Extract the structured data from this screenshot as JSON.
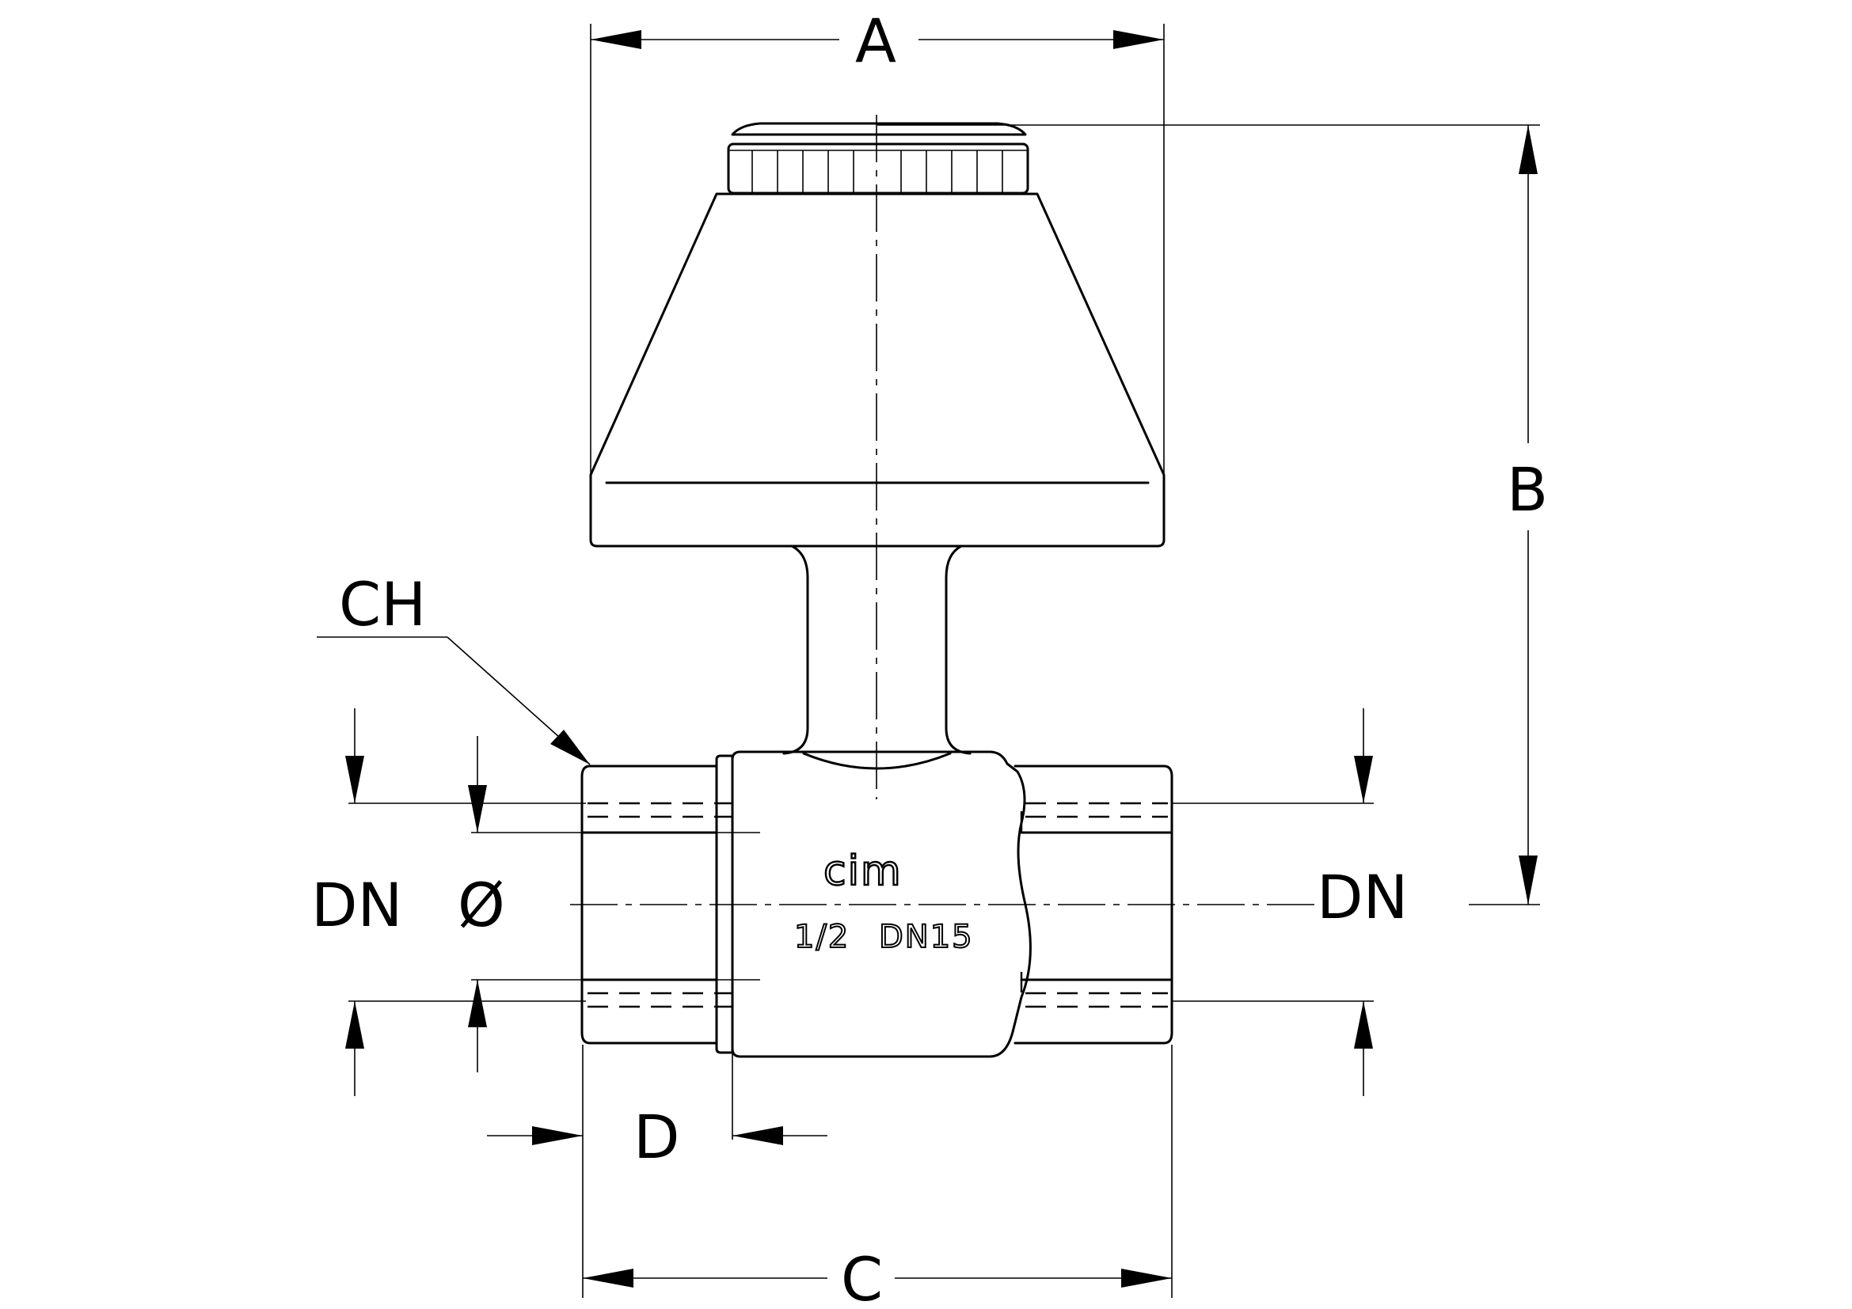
{
  "labels": {
    "A": "A",
    "B": "B",
    "C": "C",
    "D": "D",
    "CH": "CH",
    "DN_left": "DN",
    "diameter": "Ø",
    "DN_right": "DN"
  },
  "body_marking": {
    "brand": "cim",
    "size": "1/2",
    "nominal": "DN15"
  },
  "colors": {
    "line": "#000000",
    "background": "#ffffff"
  }
}
